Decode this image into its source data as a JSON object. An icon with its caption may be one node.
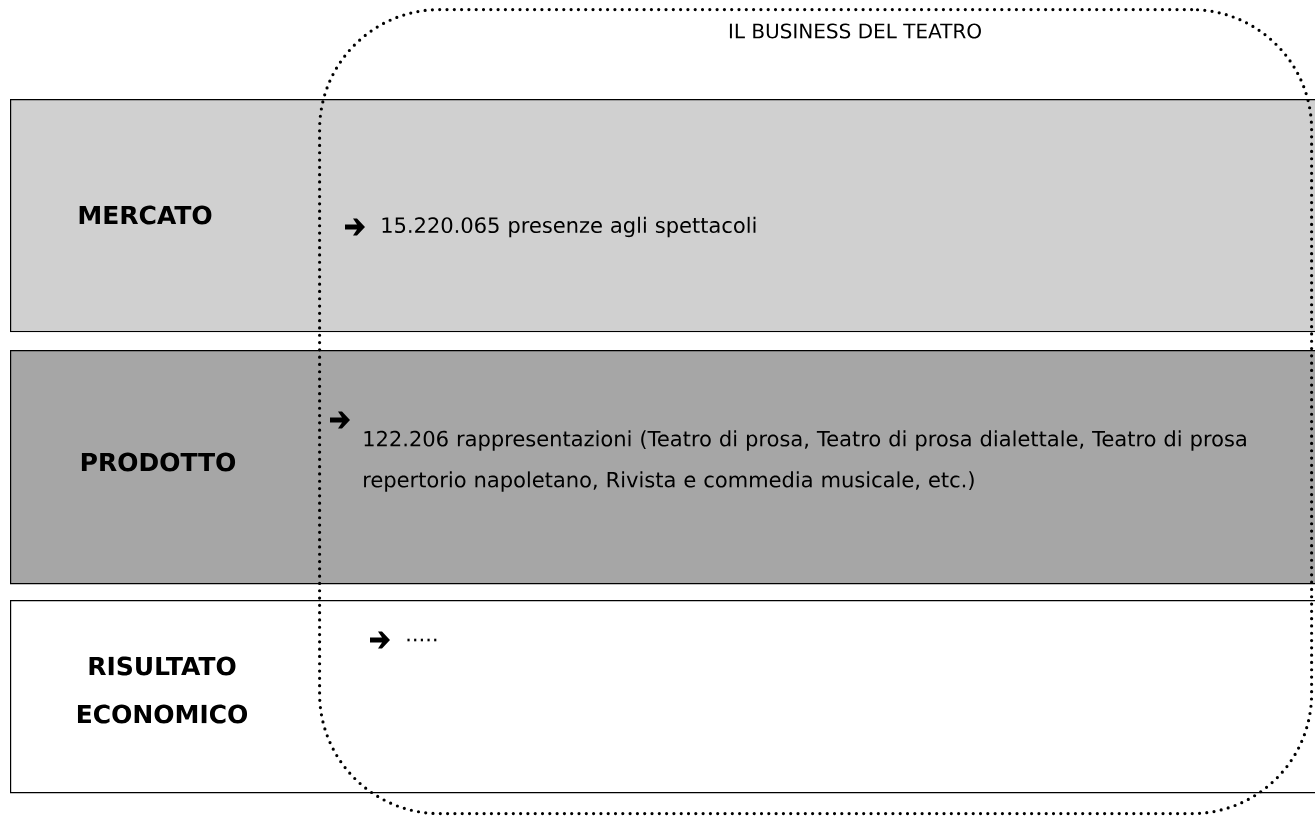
{
  "diagram": {
    "nodes": [
      {
        "text": [
          "IL BUSINESS DEL TEATRO"
        ]
      },
      {
        "text": [
          "MERCATO",
          "15.220.065 presenze agli spettacoli"
        ]
      },
      {
        "text": [
          "PRODOTTO",
          "122.206 rappresentazioni (Teatro di prosa, Teatro di prosa dialettale, Teatro di prosa repertorio napoletano, Rivista e commedia musicale, etc.)"
        ]
      },
      {
        "text": [
          "RISULTATO ECONOMICO",
          "....."
        ]
      }
    ]
  }
}
